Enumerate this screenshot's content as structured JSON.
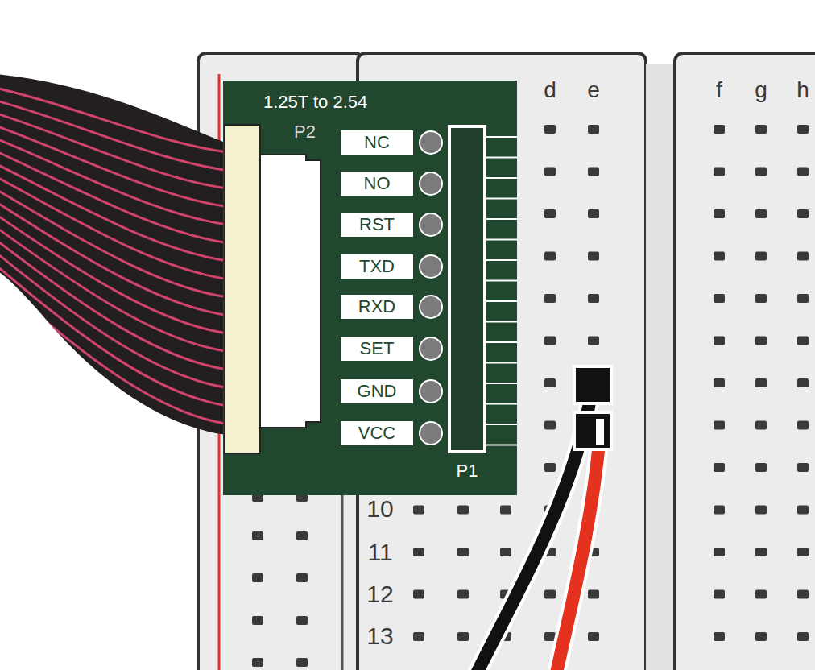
{
  "diagram": {
    "nodes": [
      {
        "text": [
          "1.25T to 2.54"
        ]
      },
      {
        "text": [
          "P2"
        ],
        "in": 0
      },
      {
        "text": [
          "NC"
        ],
        "in": 0
      },
      {
        "text": [
          "NO"
        ],
        "in": 0
      },
      {
        "text": [
          "RST"
        ],
        "in": 0
      },
      {
        "text": [
          "TXD"
        ],
        "in": 0
      },
      {
        "text": [
          "RXD"
        ],
        "in": 0
      },
      {
        "text": [
          "SET"
        ],
        "in": 0
      },
      {
        "text": [
          "GND"
        ],
        "in": 0
      },
      {
        "text": [
          "VCC"
        ],
        "in": 0
      },
      {
        "text": [
          "P1"
        ],
        "in": 0
      }
    ],
    "labels": [
      "d",
      "e",
      "f",
      "g",
      "h",
      "10",
      "11",
      "12",
      "13"
    ]
  }
}
